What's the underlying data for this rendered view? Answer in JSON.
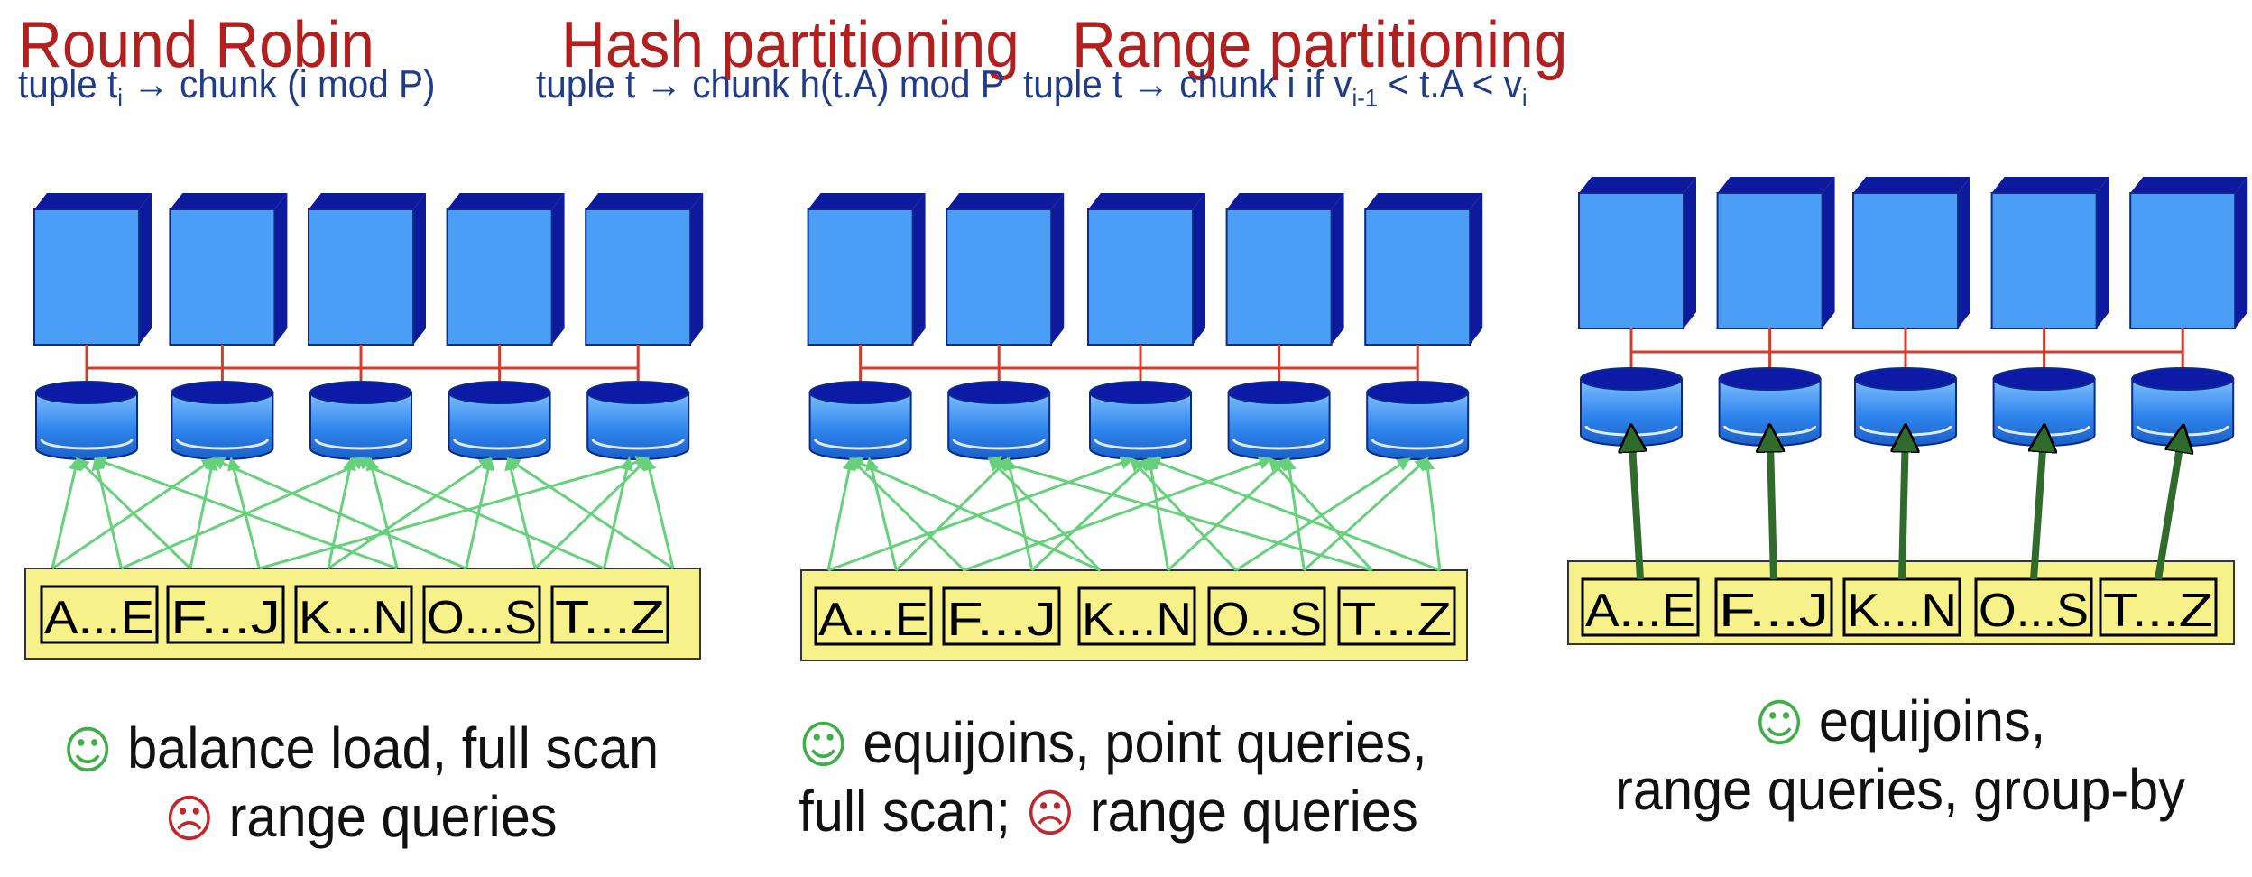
{
  "panels": [
    {
      "title": "Round Robin",
      "rule_parts": [
        "tuple t",
        "i",
        " → chunk (i mod P)"
      ],
      "chunks": [
        "A...E",
        "F...J",
        "K...N",
        "O...S",
        "T...Z"
      ],
      "pros": "balance load, full scan",
      "cons": "range queries"
    },
    {
      "title": "Hash partitioning",
      "rule_parts": [
        "tuple t → chunk h(t.A) mod P"
      ],
      "chunks": [
        "A...E",
        "F...J",
        "K...N",
        "O...S",
        "T...Z"
      ],
      "pros": "equijoins, point queries,",
      "pros2": "full scan;",
      "cons": "range queries"
    },
    {
      "title": "Range partitioning",
      "rule_parts": [
        "tuple t → chunk i if v",
        "i-1",
        " < t.A < v",
        "i"
      ],
      "chunks": [
        "A...E",
        "F...J",
        "K...N",
        "O...S",
        "T...Z"
      ],
      "pros": "equijoins,",
      "pros2": "range queries, group-by"
    }
  ],
  "icons": {
    "good": "smiley-face-icon",
    "bad": "frown-face-icon"
  },
  "colors": {
    "title": "#b21f1f",
    "rule_text": "#1f3b8a",
    "server_front": "#4a9ef5",
    "server_side": "#0d1a9e",
    "network_line": "#d43c2e",
    "chunk_fill": "#f7f18a",
    "arrow_light": "#66d17a",
    "arrow_dark": "#2f6b2b"
  }
}
